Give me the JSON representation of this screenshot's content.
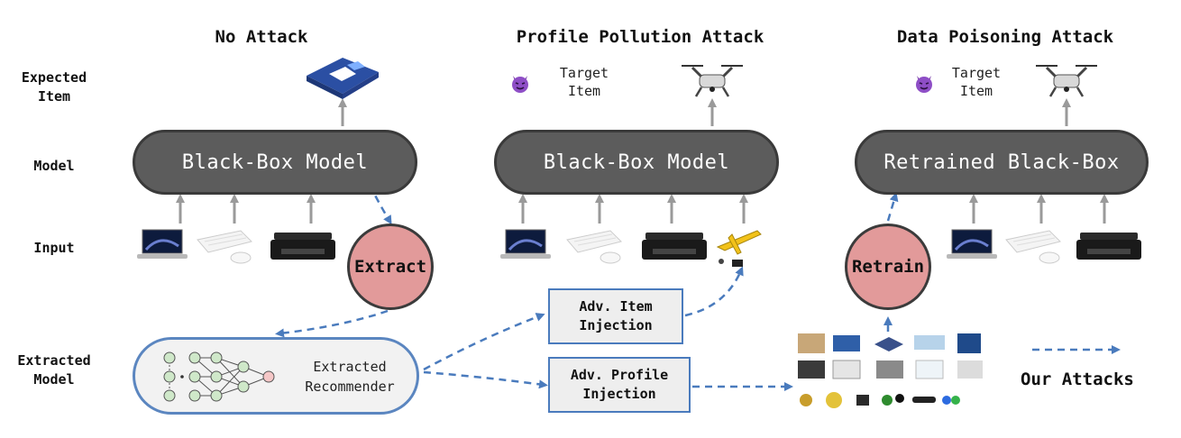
{
  "columns": {
    "no_attack": "No Attack",
    "profile_pollution": "Profile Pollution Attack",
    "data_poisoning": "Data Poisoning Attack"
  },
  "rows": {
    "expected_item": "Expected\nItem",
    "model": "Model",
    "input": "Input",
    "extracted_model": "Extracted\nModel"
  },
  "models": {
    "black_box_1": "Black-Box Model",
    "black_box_2": "Black-Box Model",
    "retrained": "Retrained Black-Box"
  },
  "actions": {
    "extract": "Extract",
    "retrain": "Retrain"
  },
  "target_item": "Target\nItem",
  "injections": {
    "item": "Adv. Item\nInjection",
    "profile": "Adv. Profile\nInjection"
  },
  "extracted_recommender": "Extracted\nRecommender",
  "legend": "Our Attacks",
  "icons": {
    "expected_paper": "paper-ream-icon",
    "drone": "drone-icon",
    "laptop": "laptop-icon",
    "keyboard": "keyboard-mouse-icon",
    "printer": "printer-icon",
    "airplane": "rc-airplane-icon",
    "devil": "devil-emoji-icon"
  },
  "colors": {
    "model_fill": "#5c5c5c",
    "action_fill": "#e29a9a",
    "attack_arrow": "#5b86c0",
    "input_arrow": "#9a9a9a"
  }
}
